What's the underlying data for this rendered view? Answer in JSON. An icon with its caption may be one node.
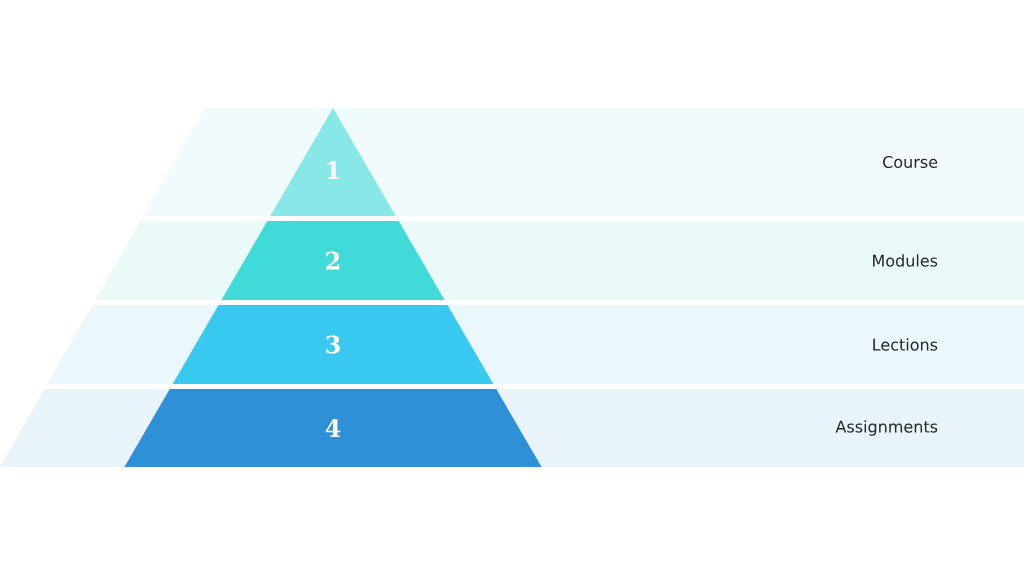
{
  "diagram": {
    "nodes": [
      {
        "text": [
          "Course"
        ]
      },
      {
        "text": [
          "1"
        ],
        "in": 0
      },
      {
        "text": [
          "Modules"
        ]
      },
      {
        "text": [
          "2"
        ],
        "in": 2
      },
      {
        "text": [
          "Lections"
        ]
      },
      {
        "text": [
          "3"
        ],
        "in": 4
      },
      {
        "text": [
          "Assignments"
        ]
      },
      {
        "text": [
          "4"
        ],
        "in": 6
      }
    ]
  }
}
